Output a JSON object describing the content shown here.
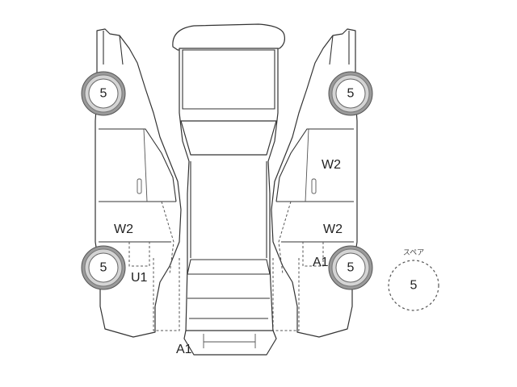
{
  "tires": {
    "front_left": "5",
    "front_right": "5",
    "rear_left": "5",
    "rear_right": "5"
  },
  "spare": {
    "label": "スペア",
    "value": "5"
  },
  "damage_marks": {
    "left_rear_door": "W2",
    "left_rear_lower": "U1",
    "right_front_door": "W2",
    "right_rear_door": "W2",
    "right_rear_lower": "A1",
    "rear_bumper": "A1"
  },
  "colors": {
    "line": "#333333",
    "tire_dark": "#9a9a9a",
    "tire_light": "#d4d4d4"
  }
}
